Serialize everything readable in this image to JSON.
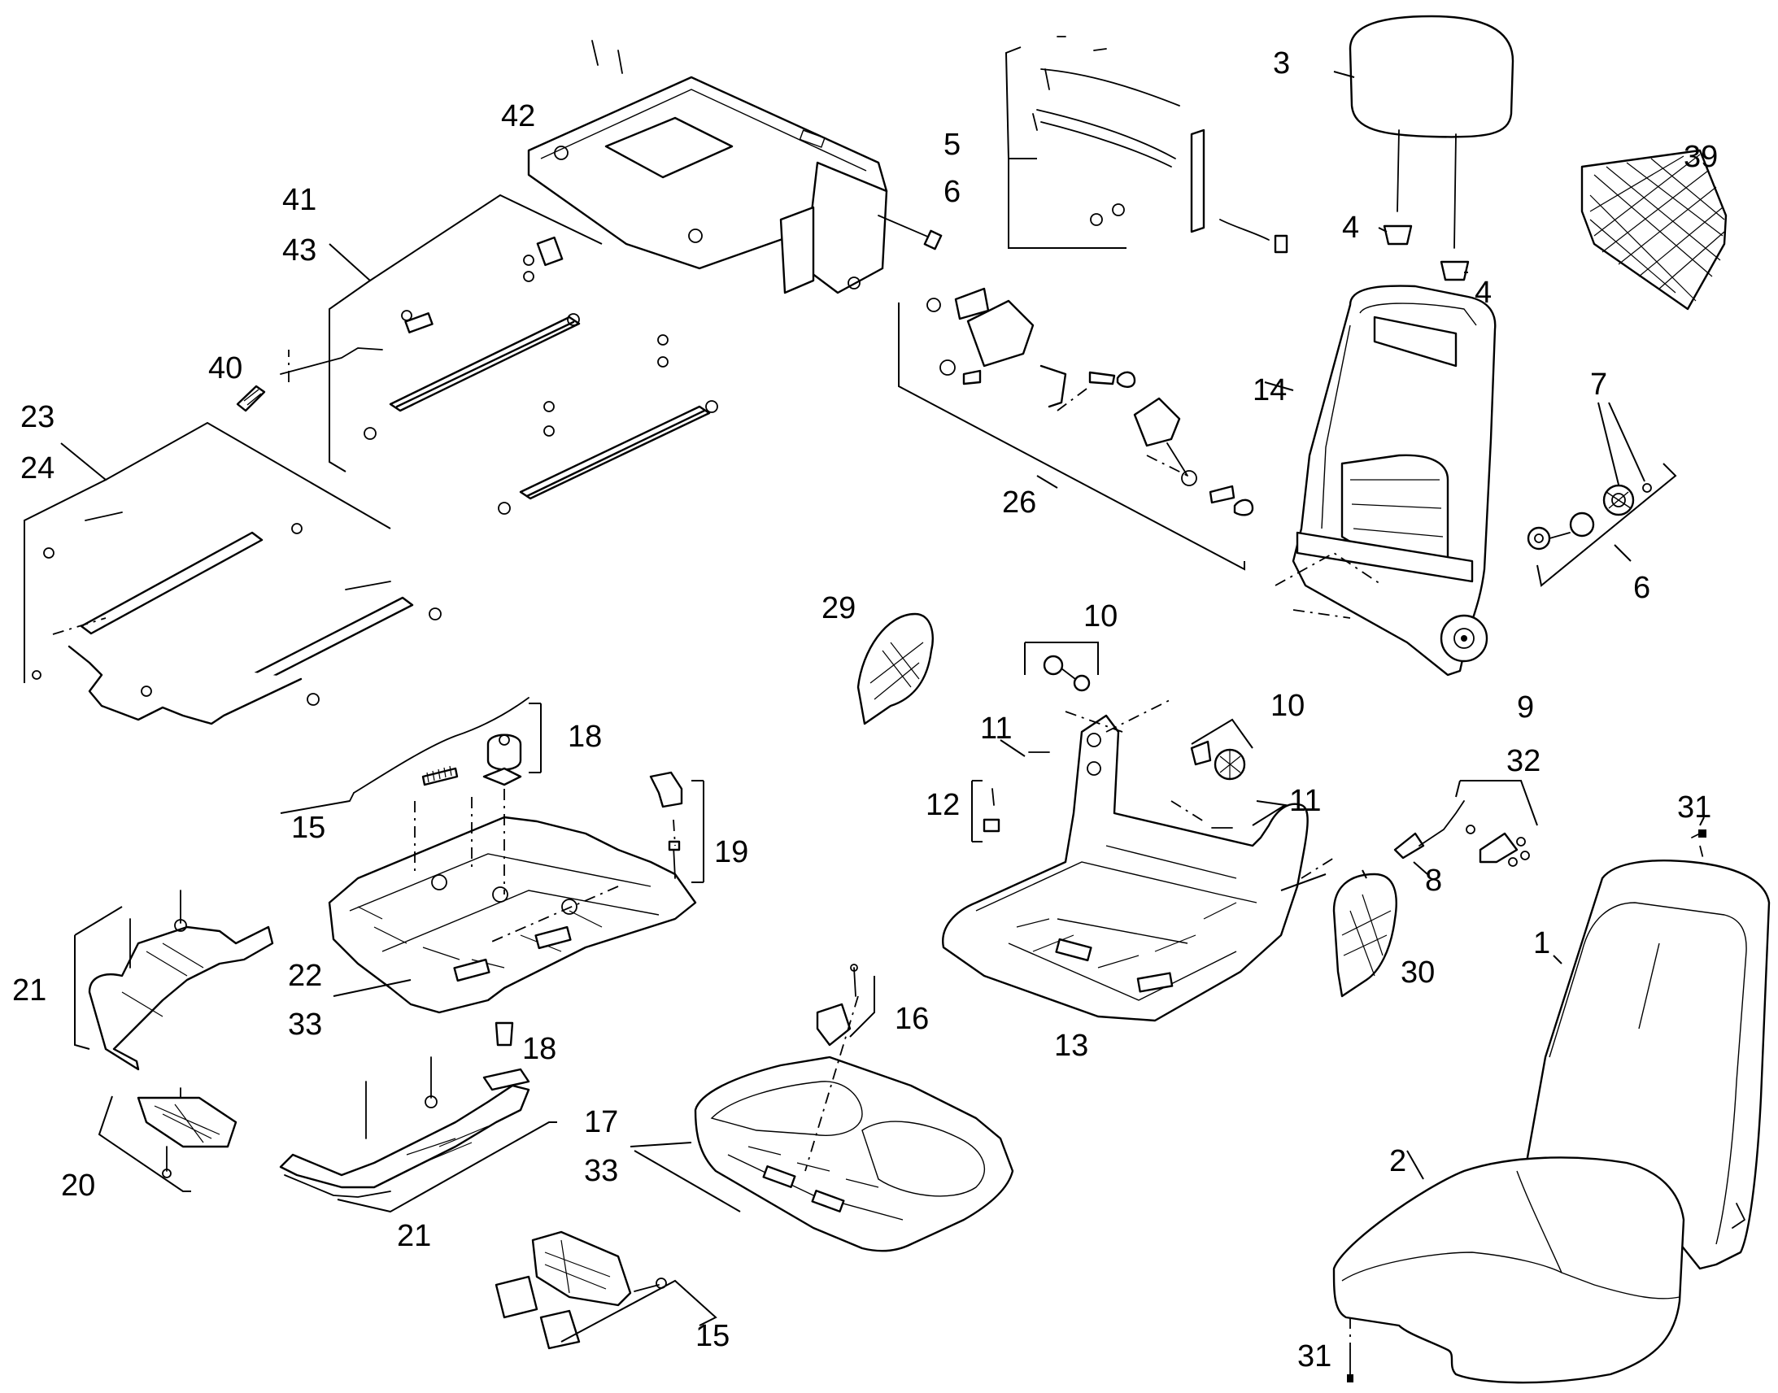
{
  "labels": {
    "l1": "1",
    "l2": "2",
    "l3": "3",
    "l4a": "4",
    "l4b": "4",
    "l5": "5",
    "l6a": "6",
    "l6b": "6",
    "l7": "7",
    "l8": "8",
    "l9": "9",
    "l10a": "10",
    "l10b": "10",
    "l11a": "11",
    "l11b": "11",
    "l12": "12",
    "l13": "13",
    "l14": "14",
    "l15a": "15",
    "l15b": "15",
    "l16": "16",
    "l17": "17",
    "l18a": "18",
    "l18b": "18",
    "l19": "19",
    "l20": "20",
    "l21a": "21",
    "l21b": "21",
    "l22": "22",
    "l23": "23",
    "l24": "24",
    "l26": "26",
    "l29": "29",
    "l30": "30",
    "l31a": "31",
    "l31b": "31",
    "l32": "32",
    "l33a": "33",
    "l33b": "33",
    "l39": "39",
    "l40": "40",
    "l41": "41",
    "l42": "42",
    "l43": "43"
  }
}
